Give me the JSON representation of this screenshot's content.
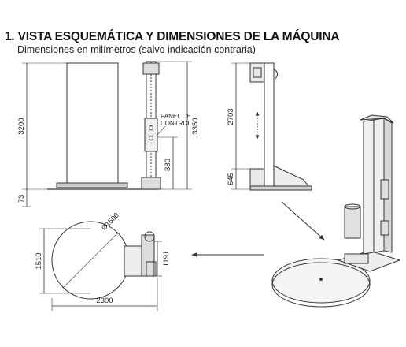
{
  "heading": {
    "title": "1. VISTA ESQUEMÁTICA Y DIMENSIONES DE LA MÁQUINA",
    "subtitle": "Dimensiones en milímetros (salvo indicación contraria)"
  },
  "front_view": {
    "height_total": "3200",
    "height_base": "73",
    "height_column": "3350",
    "height_panel": "880",
    "panel_label_line1": "PANEL DE",
    "panel_label_line2": "CONTROL"
  },
  "side_view": {
    "height_travel": "2703",
    "height_bottom": "645"
  },
  "top_view": {
    "turntable_diameter": "Ø1500",
    "overall_depth": "1510",
    "inner_depth": "1191",
    "overall_width": "2300"
  }
}
